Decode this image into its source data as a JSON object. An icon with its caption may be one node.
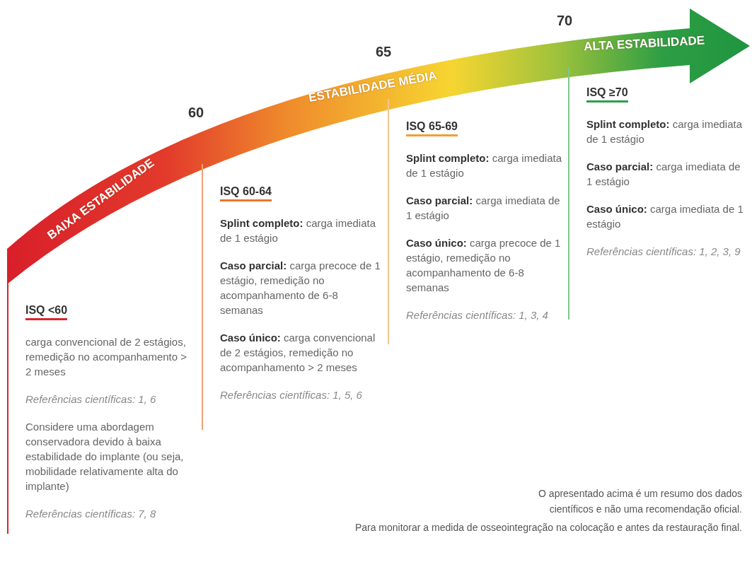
{
  "diagram": {
    "nodes": [
      {
        "text": [
          "ISQ <60",
          "carga convencional de 2 estágios, remedição no acompanhamento > 2 meses",
          "Referências científicas: 1, 6",
          "Considere uma abordagem conservadora devido à baixa estabilidade do implante (ou seja, mobilidade relativamente alta do implante)",
          "Referências científicas: 7, 8"
        ]
      },
      {
        "text": [
          "ISQ 60-64",
          "**Splint completo:** carga imediata de 1 estágio",
          "**Caso parcial:** carga precoce de 1 estágio, remedição no acompanhamento de 6-8 semanas",
          "**Caso único:** carga convencional de 2 estágios, remedição no acompanhamento > 2 meses",
          "Referências científicas: 1, 5, 6"
        ]
      },
      {
        "text": [
          "ISQ 65-69",
          "**Splint completo:** carga imediata de 1 estágio",
          "**Caso parcial:** carga imediata de 1 estágio",
          "**Caso único:** carga precoce de 1 estágio, remedição no acompanhamento de 6-8 semanas",
          "Referências científicas: 1, 3, 4"
        ]
      },
      {
        "text": [
          "ISQ ≥70",
          "**Splint completo:** carga imediata de 1 estágio",
          "**Caso parcial:** carga imediata de 1 estágio",
          "**Caso único:** carga imediata de 1 estágio",
          "Referências científicas: 1, 2, 3, 9"
        ]
      }
    ],
    "edges": [],
    "labels": [
      "70",
      "ALTA ESTABILIDADE",
      "65",
      "ESTABILIDADE MÉDIA",
      "60",
      "BAIXA ESTABILIDADE",
      "O apresentado acima é um resumo dos dados científicos e não uma recomendação oficial.",
      "Para monitorar a medida de osseointegração na colocação e antes da restauração final."
    ]
  }
}
